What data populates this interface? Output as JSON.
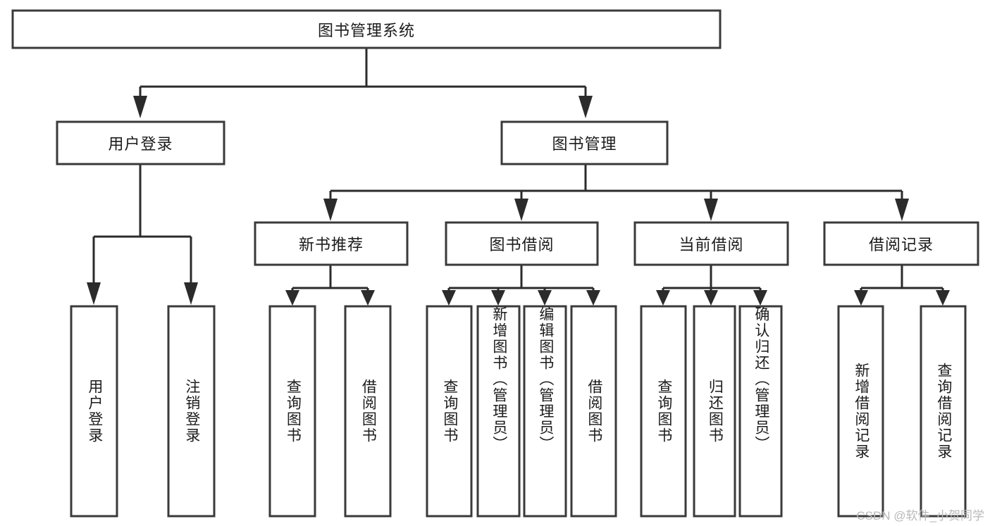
{
  "diagram": {
    "type": "tree",
    "title": "图书管理系统",
    "watermark": "CSDN @软件_小贺同学",
    "colors": {
      "box_border": "#3a3a3a",
      "connector": "#2b2b2b",
      "background": "#ffffff",
      "text": "#1b1b1b",
      "watermark": "#b9b9b9"
    },
    "nodes": {
      "root": {
        "label": "图书管理系统"
      },
      "level2": [
        {
          "label": "用户登录"
        },
        {
          "label": "图书管理"
        }
      ],
      "level3": [
        {
          "label": "新书推荐"
        },
        {
          "label": "图书借阅"
        },
        {
          "label": "当前借阅"
        },
        {
          "label": "借阅记录"
        }
      ],
      "leaves_user_login": [
        {
          "label": "用户登录"
        },
        {
          "label": "注销登录"
        }
      ],
      "leaves_new_book": [
        {
          "label": "查询图书"
        },
        {
          "label": "借阅图书"
        }
      ],
      "leaves_borrow": [
        {
          "label": "查询图书"
        },
        {
          "label": "新增图书（管理员）"
        },
        {
          "label": "编辑图书（管理员）"
        },
        {
          "label": "借阅图书"
        }
      ],
      "leaves_current": [
        {
          "label": "查询图书"
        },
        {
          "label": "归还图书"
        },
        {
          "label": "确认归还（管理员）"
        }
      ],
      "leaves_records": [
        {
          "label": "新增借阅记录"
        },
        {
          "label": "查询借阅记录"
        }
      ]
    }
  }
}
